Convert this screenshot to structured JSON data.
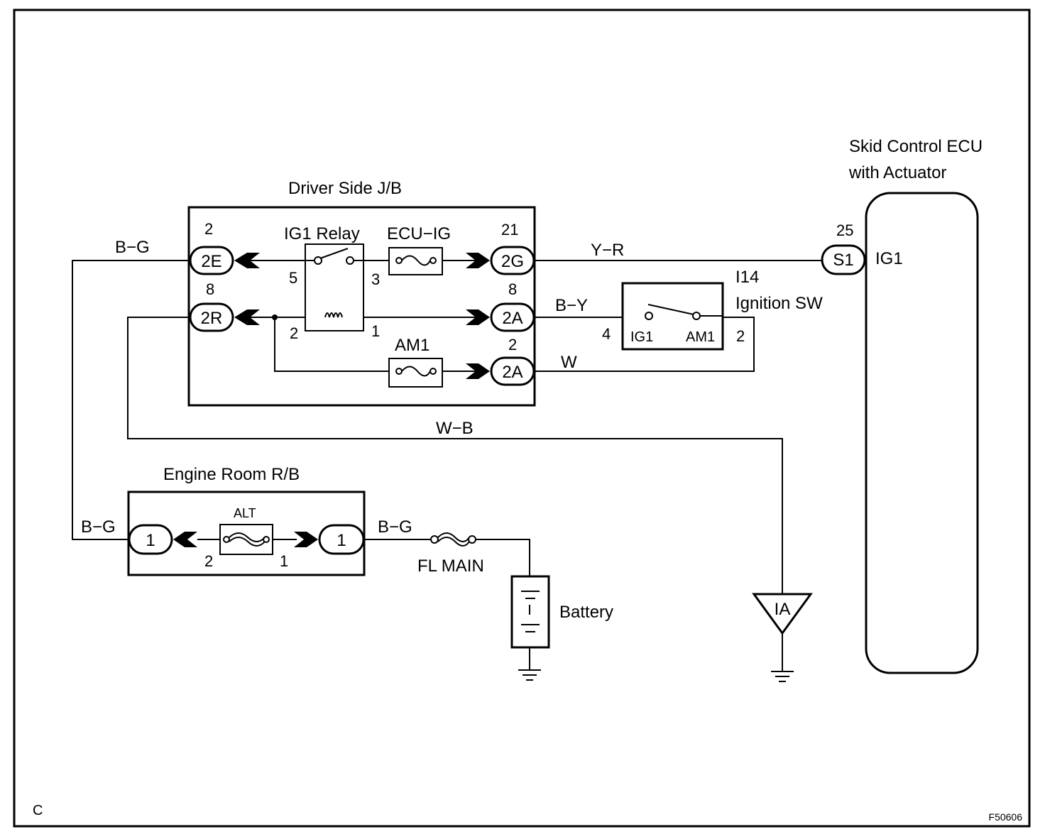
{
  "figure_code": "F50606",
  "corner_label": "C",
  "driver_jb": {
    "title": "Driver Side J/B",
    "ig1_relay": "IG1 Relay",
    "ecu_ig_fuse": "ECU−IG",
    "am1_fuse": "AM1",
    "conn_2e": "2E",
    "conn_2r": "2R",
    "conn_2g": "2G",
    "conn_2a_upper": "2A",
    "conn_2a_lower": "2A",
    "pin_2e": "2",
    "pin_2r": "8",
    "pin_2g": "21",
    "pin_2a_upper": "8",
    "pin_2a_lower": "2",
    "relay_pin_5": "5",
    "relay_pin_3": "3",
    "relay_pin_2": "2",
    "relay_pin_1": "1"
  },
  "engine_rb": {
    "title": "Engine Room R/B",
    "alt_fuse": "ALT",
    "conn_left": "1",
    "conn_right": "1",
    "pin_left": "2",
    "pin_right": "1"
  },
  "wires": {
    "bg_top": "B−G",
    "bg_left": "B−G",
    "bg_right": "B−G",
    "yr": "Y−R",
    "by": "B−Y",
    "w": "W",
    "wb": "W−B"
  },
  "ignition_sw": {
    "code": "I14",
    "name": "Ignition SW",
    "term_ig1": "IG1",
    "term_am1": "AM1",
    "pin_left": "4",
    "pin_right": "2"
  },
  "ecu": {
    "title_line1": "Skid Control ECU",
    "title_line2": "with Actuator",
    "connector": "S1",
    "pin": "25",
    "terminal": "IG1"
  },
  "fl_main": "FL MAIN",
  "battery": "Battery",
  "ground_ia": "IA"
}
